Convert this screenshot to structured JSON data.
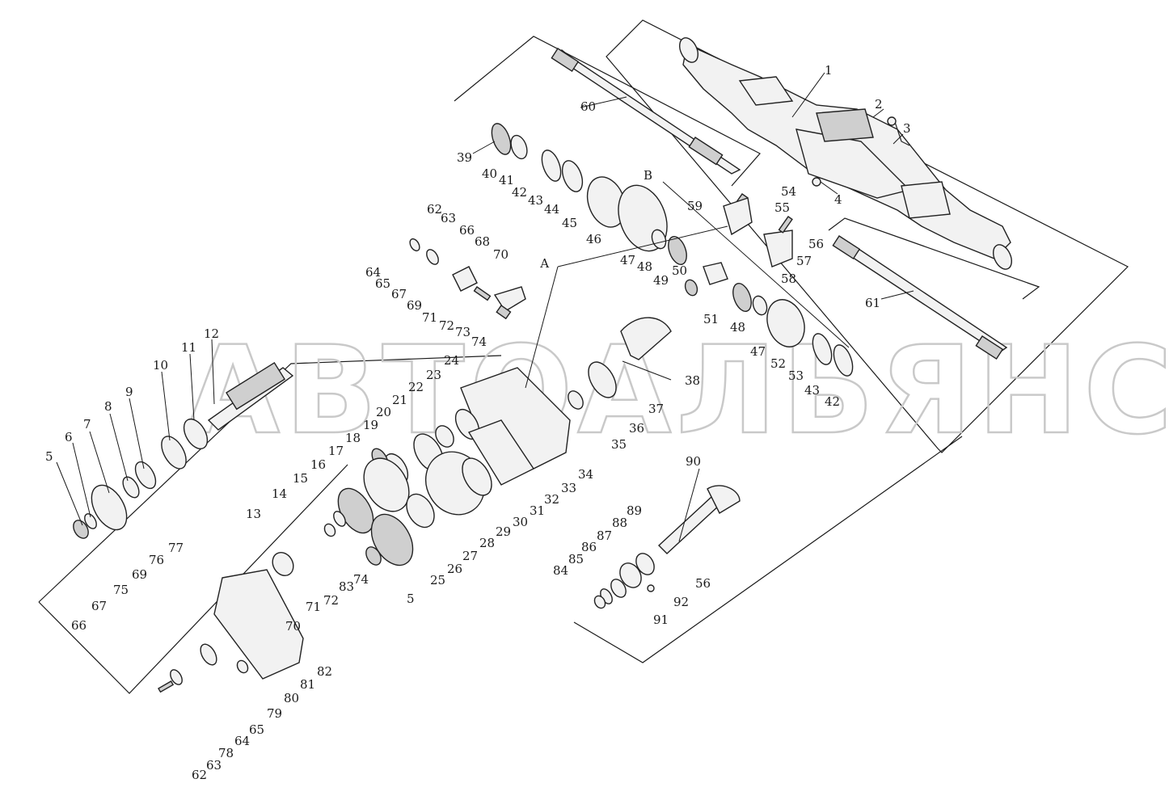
{
  "watermark": "АВТОАЛЬЯНС",
  "section_marks": [
    {
      "id": "a",
      "label": "А"
    },
    {
      "id": "b",
      "label": "В"
    }
  ],
  "callouts": [
    {
      "n": "1"
    },
    {
      "n": "2"
    },
    {
      "n": "3"
    },
    {
      "n": "4"
    },
    {
      "n": "5"
    },
    {
      "n": "6"
    },
    {
      "n": "7"
    },
    {
      "n": "8"
    },
    {
      "n": "9"
    },
    {
      "n": "10"
    },
    {
      "n": "11"
    },
    {
      "n": "12"
    },
    {
      "n": "13"
    },
    {
      "n": "14"
    },
    {
      "n": "15"
    },
    {
      "n": "16"
    },
    {
      "n": "17"
    },
    {
      "n": "18"
    },
    {
      "n": "19"
    },
    {
      "n": "20"
    },
    {
      "n": "21"
    },
    {
      "n": "22"
    },
    {
      "n": "23"
    },
    {
      "n": "24"
    },
    {
      "n": "25"
    },
    {
      "n": "26"
    },
    {
      "n": "27"
    },
    {
      "n": "28"
    },
    {
      "n": "29"
    },
    {
      "n": "30"
    },
    {
      "n": "31"
    },
    {
      "n": "32"
    },
    {
      "n": "33"
    },
    {
      "n": "34"
    },
    {
      "n": "35"
    },
    {
      "n": "36"
    },
    {
      "n": "37"
    },
    {
      "n": "38"
    },
    {
      "n": "39"
    },
    {
      "n": "40"
    },
    {
      "n": "41"
    },
    {
      "n": "42"
    },
    {
      "n": "43"
    },
    {
      "n": "44"
    },
    {
      "n": "45"
    },
    {
      "n": "46"
    },
    {
      "n": "47"
    },
    {
      "n": "48"
    },
    {
      "n": "49"
    },
    {
      "n": "50"
    },
    {
      "n": "51"
    },
    {
      "n": "48"
    },
    {
      "n": "47"
    },
    {
      "n": "52"
    },
    {
      "n": "53"
    },
    {
      "n": "43"
    },
    {
      "n": "42"
    },
    {
      "n": "54"
    },
    {
      "n": "55"
    },
    {
      "n": "56"
    },
    {
      "n": "57"
    },
    {
      "n": "58"
    },
    {
      "n": "59"
    },
    {
      "n": "60"
    },
    {
      "n": "61"
    },
    {
      "n": "62"
    },
    {
      "n": "63"
    },
    {
      "n": "64"
    },
    {
      "n": "65"
    },
    {
      "n": "66"
    },
    {
      "n": "67"
    },
    {
      "n": "68"
    },
    {
      "n": "69"
    },
    {
      "n": "70"
    },
    {
      "n": "71"
    },
    {
      "n": "72"
    },
    {
      "n": "73"
    },
    {
      "n": "74"
    },
    {
      "n": "74"
    },
    {
      "n": "83"
    },
    {
      "n": "72"
    },
    {
      "n": "71"
    },
    {
      "n": "70"
    },
    {
      "n": "77"
    },
    {
      "n": "76"
    },
    {
      "n": "69"
    },
    {
      "n": "75"
    },
    {
      "n": "67"
    },
    {
      "n": "66"
    },
    {
      "n": "65"
    },
    {
      "n": "64"
    },
    {
      "n": "78"
    },
    {
      "n": "63"
    },
    {
      "n": "62"
    },
    {
      "n": "79"
    },
    {
      "n": "80"
    },
    {
      "n": "81"
    },
    {
      "n": "82"
    },
    {
      "n": "5"
    },
    {
      "n": "84"
    },
    {
      "n": "85"
    },
    {
      "n": "86"
    },
    {
      "n": "87"
    },
    {
      "n": "88"
    },
    {
      "n": "89"
    },
    {
      "n": "90"
    },
    {
      "n": "56"
    },
    {
      "n": "92"
    },
    {
      "n": "91"
    }
  ]
}
